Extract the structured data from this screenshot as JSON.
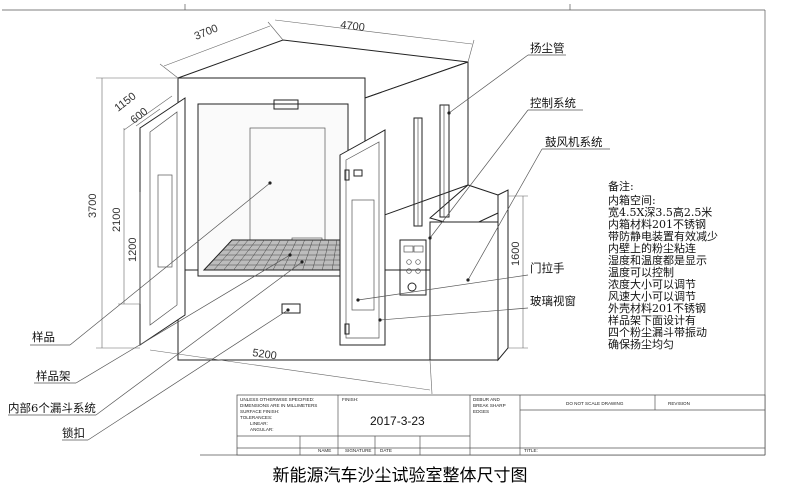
{
  "dimensions": {
    "depth": "3700",
    "width": "4700",
    "door_width": "1150",
    "door_depth": "600",
    "height": "3700",
    "inner_height": "2100",
    "door_height": "1200",
    "side_box_height": "1600",
    "base_length": "5200"
  },
  "callouts": {
    "dust_pipe": "扬尘管",
    "control_system": "控制系统",
    "blower_system": "鼓风机系统",
    "door_handle": "门拉手",
    "glass_window": "玻璃视窗",
    "sample": "样品",
    "sample_rack": "样品架",
    "funnel_system": "内部6个漏斗系统",
    "latch": "锁扣"
  },
  "notes": {
    "title": "备注:",
    "lines": [
      "内箱空间:",
      "宽4.5X深3.5高2.5米",
      "内箱材料201不锈钢",
      "带防静电装置有效减少",
      "内壁上的粉尘粘连",
      "湿度和温度都是显示",
      "温度可以控制",
      "浓度大小可以调节",
      "风速大小可以调节",
      "外壳材料201不锈钢",
      "样品架下面设计有",
      "四个粉尘漏斗带振动",
      "确保扬尘均匀"
    ]
  },
  "title_block": {
    "spec_lines": [
      "UNLESS OTHERWISE SPECIFIED:",
      "DIMENSIONS ARE IN MILLIMETERS",
      "SURFACE FINISH:",
      "TOLERANCES:",
      "LINEAR:",
      "ANGULAR:"
    ],
    "finish": "FINISH:",
    "date": "2017-3-23",
    "deburr_lines": [
      "DEBUR AND",
      "BREAK SHARP",
      "EDGES"
    ],
    "no_scale": "DO NOT SCALE DRAWING",
    "revision": "REVISION",
    "name": "NAME",
    "signature": "SIGNATURE",
    "date_label": "DATE",
    "title_label": "TITLE:"
  },
  "caption": "新能源汽车沙尘试验室整体尺寸图"
}
